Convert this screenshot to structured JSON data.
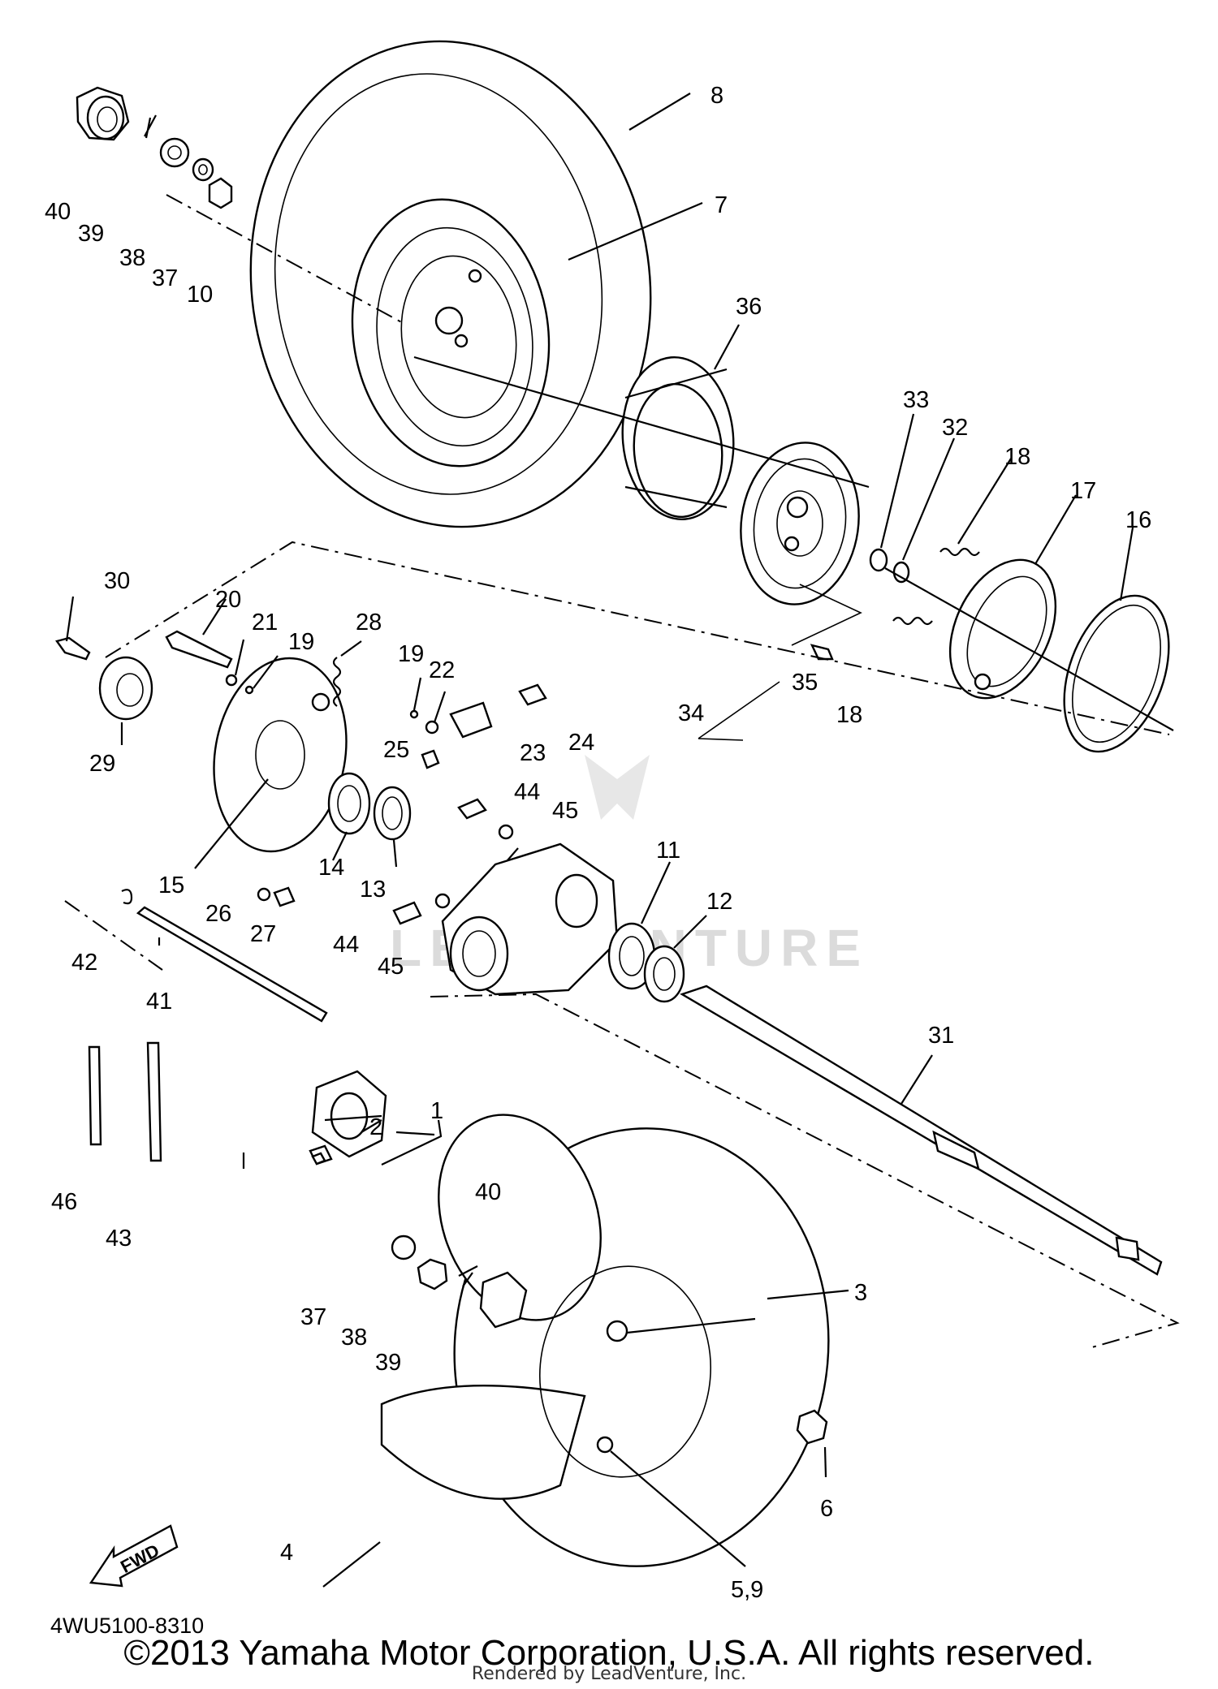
{
  "callouts": [
    {
      "id": "c8",
      "text": "8"
    },
    {
      "id": "c7",
      "text": "7"
    },
    {
      "id": "c36",
      "text": "36"
    },
    {
      "id": "c33",
      "text": "33"
    },
    {
      "id": "c32",
      "text": "32"
    },
    {
      "id": "c18a",
      "text": "18"
    },
    {
      "id": "c17",
      "text": "17"
    },
    {
      "id": "c16",
      "text": "16"
    },
    {
      "id": "c40a",
      "text": "40"
    },
    {
      "id": "c39a",
      "text": "39"
    },
    {
      "id": "c38a",
      "text": "38"
    },
    {
      "id": "c37a",
      "text": "37"
    },
    {
      "id": "c10",
      "text": "10"
    },
    {
      "id": "c30",
      "text": "30"
    },
    {
      "id": "c20",
      "text": "20"
    },
    {
      "id": "c21",
      "text": "21"
    },
    {
      "id": "c19a",
      "text": "19"
    },
    {
      "id": "c28",
      "text": "28"
    },
    {
      "id": "c19b",
      "text": "19"
    },
    {
      "id": "c22",
      "text": "22"
    },
    {
      "id": "c24",
      "text": "24"
    },
    {
      "id": "c23",
      "text": "23"
    },
    {
      "id": "c25",
      "text": "25"
    },
    {
      "id": "c29",
      "text": "29"
    },
    {
      "id": "c35",
      "text": "35"
    },
    {
      "id": "c34",
      "text": "34"
    },
    {
      "id": "c18b",
      "text": "18"
    },
    {
      "id": "c44a",
      "text": "44"
    },
    {
      "id": "c45a",
      "text": "45"
    },
    {
      "id": "c14",
      "text": "14"
    },
    {
      "id": "c15",
      "text": "15"
    },
    {
      "id": "c13",
      "text": "13"
    },
    {
      "id": "c26",
      "text": "26"
    },
    {
      "id": "c27",
      "text": "27"
    },
    {
      "id": "c11",
      "text": "11"
    },
    {
      "id": "c12",
      "text": "12"
    },
    {
      "id": "c44b",
      "text": "44"
    },
    {
      "id": "c45b",
      "text": "45"
    },
    {
      "id": "c42",
      "text": "42"
    },
    {
      "id": "c41",
      "text": "41"
    },
    {
      "id": "c31",
      "text": "31"
    },
    {
      "id": "c2",
      "text": "2"
    },
    {
      "id": "c1",
      "text": "1"
    },
    {
      "id": "c46",
      "text": "46"
    },
    {
      "id": "c43",
      "text": "43"
    },
    {
      "id": "c40b",
      "text": "40"
    },
    {
      "id": "c3",
      "text": "3"
    },
    {
      "id": "c37b",
      "text": "37"
    },
    {
      "id": "c38b",
      "text": "38"
    },
    {
      "id": "c39b",
      "text": "39"
    },
    {
      "id": "c6",
      "text": "6"
    },
    {
      "id": "c4",
      "text": "4"
    },
    {
      "id": "c59",
      "text": "5,9"
    }
  ],
  "fwd_label": "FWD",
  "diagram_code": "4WU5100-8310",
  "watermark": "LEADVENTURE",
  "copyright": "©2013 Yamaha Motor Corporation, U.S.A. All rights reserved.",
  "rendered_by": "Rendered by LeadVenture, Inc."
}
